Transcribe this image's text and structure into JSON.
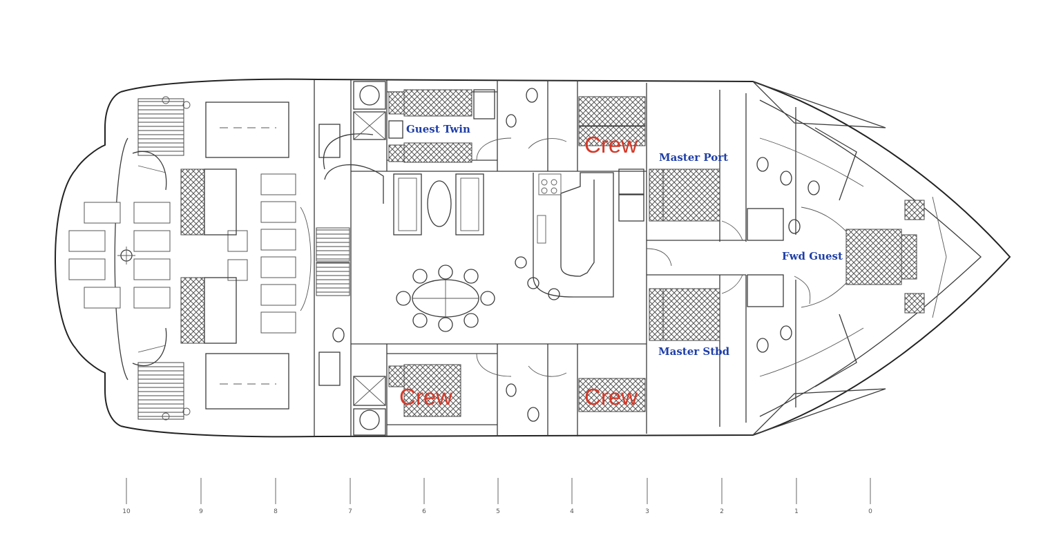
{
  "rooms": {
    "guest_twin": "Guest Twin",
    "master_port": "Master Port",
    "fwd_guest": "Fwd Guest",
    "master_stbd": "Master Stbd"
  },
  "crew": {
    "upper_mid": "Crew",
    "lower_aft": "Crew",
    "lower_mid": "Crew"
  },
  "stations": [
    "10",
    "9",
    "8",
    "7",
    "6",
    "5",
    "4",
    "3",
    "2",
    "1",
    "0"
  ],
  "colors": {
    "room_label": "#1f3fa8",
    "crew_label": "#d43a2a",
    "lines": "#3a3a3a"
  }
}
